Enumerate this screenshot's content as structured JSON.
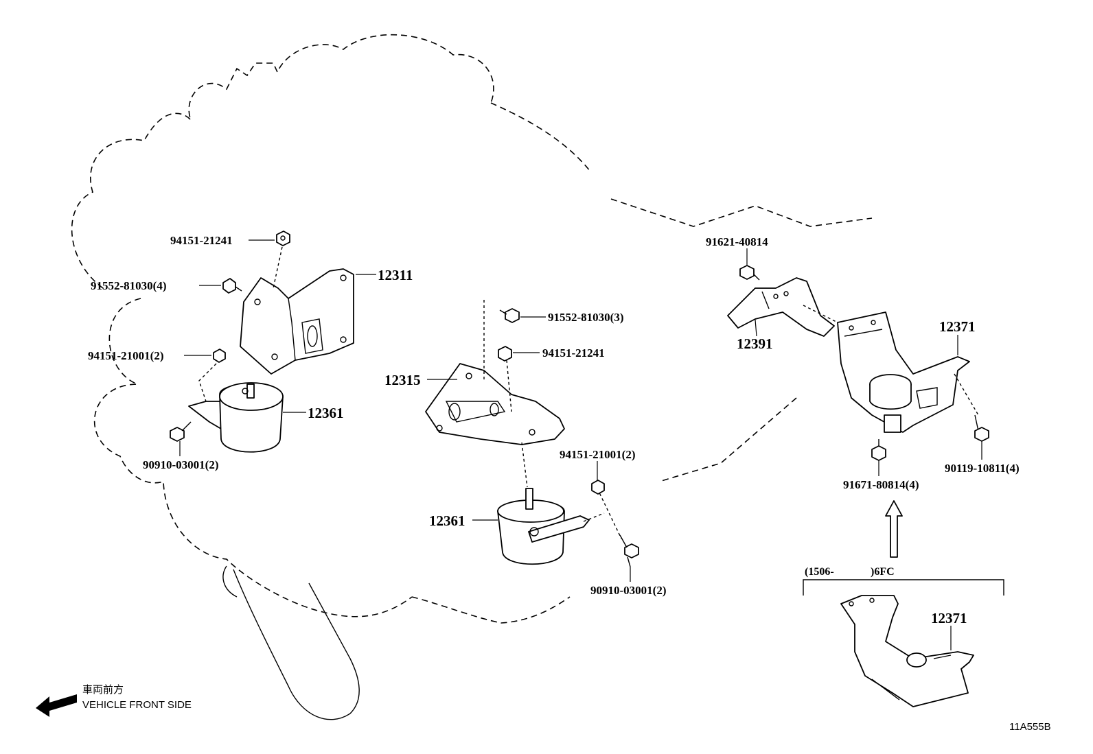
{
  "labels": {
    "p94151_21241_a": "94151-21241",
    "p91552_81030_4": "91552-81030(4)",
    "p12311": "12311",
    "p94151_21001_2_a": "94151-21001(2)",
    "p12361_a": "12361",
    "p90910_03001_2_a": "90910-03001(2)",
    "p91552_81030_3": "91552-81030(3)",
    "p94151_21241_b": "94151-21241",
    "p12315": "12315",
    "p94151_21001_2_b": "94151-21001(2)",
    "p12361_b": "12361",
    "p90910_03001_2_b": "90910-03001(2)",
    "p91621_40814": "91621-40814",
    "p12391": "12391",
    "p12371_a": "12371",
    "p90119_10811_4": "90119-10811(4)",
    "p91671_80814_4": "91671-80814(4)",
    "inset_range_start": "(1506-",
    "inset_range_end": ")6FC",
    "p12371_b": "12371"
  },
  "legend": {
    "japanese": "車両前方",
    "english": "VEHICLE FRONT SIDE"
  },
  "figure_code": "11A555B"
}
